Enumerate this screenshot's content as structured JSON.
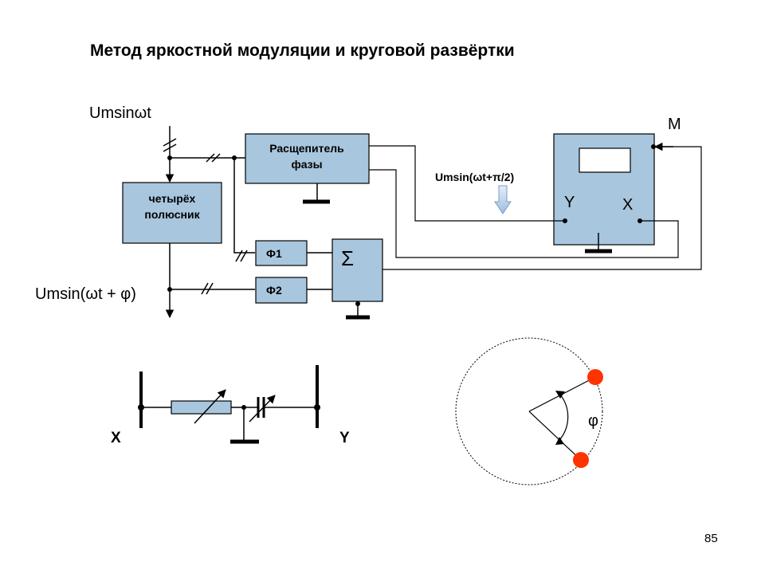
{
  "title": "Метод яркостной модуляции и круговой развёртки",
  "input_signal": "Umsinωt",
  "output_signal": "Umsin(ωt + φ)",
  "blocks": {
    "phase_splitter": [
      "Расщепитель",
      "фазы"
    ],
    "four_terminal": [
      "четырёх",
      "полюсник"
    ],
    "phi1": "Ф1",
    "phi2": "Ф2",
    "sum": "Σ"
  },
  "scope": {
    "m_label": "M",
    "y_label": "Y",
    "x_label": "X"
  },
  "shift_note": "Umsin(ωt+π/2)",
  "bridge": {
    "x_label": "X",
    "y_label": "Y"
  },
  "phase_symbol": "φ",
  "page_number": "85",
  "colors": {
    "block_fill": "#a8c6dd",
    "marker_fill": "#ff3300",
    "arrow_fill": "#b8d4f0"
  }
}
